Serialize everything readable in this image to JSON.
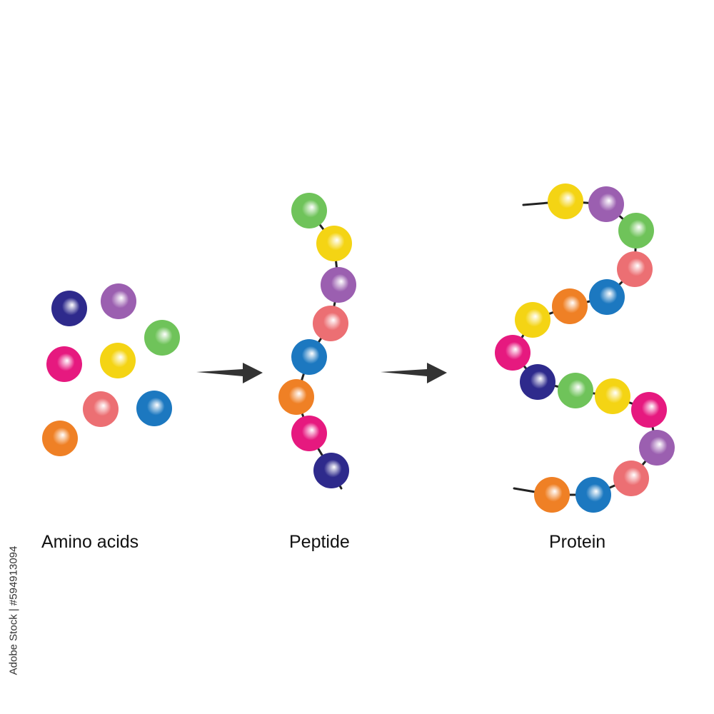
{
  "labels": {
    "amino_acids": "Amino acids",
    "peptide": "Peptide",
    "protein": "Protein"
  },
  "stock_id": "Adobe Stock | #594913094",
  "colors": {
    "navy": "#2e2a8c",
    "purple": "#9b5fb0",
    "green": "#6fc35a",
    "magenta": "#e6197f",
    "yellow": "#f4d414",
    "salmon": "#ec6f73",
    "blue": "#1c78c0",
    "orange": "#ef8025",
    "arrow": "#333333",
    "bond": "#222222"
  },
  "groups": {
    "amino_acids": [
      "navy",
      "purple",
      "green",
      "magenta",
      "yellow",
      "salmon",
      "blue",
      "orange"
    ],
    "peptide": [
      "green",
      "yellow",
      "purple",
      "salmon",
      "blue",
      "orange",
      "magenta",
      "navy"
    ],
    "protein": [
      "yellow",
      "purple",
      "green",
      "salmon",
      "blue",
      "orange",
      "yellow",
      "magenta",
      "navy",
      "green",
      "yellow",
      "magenta",
      "purple",
      "salmon",
      "blue",
      "orange"
    ]
  }
}
